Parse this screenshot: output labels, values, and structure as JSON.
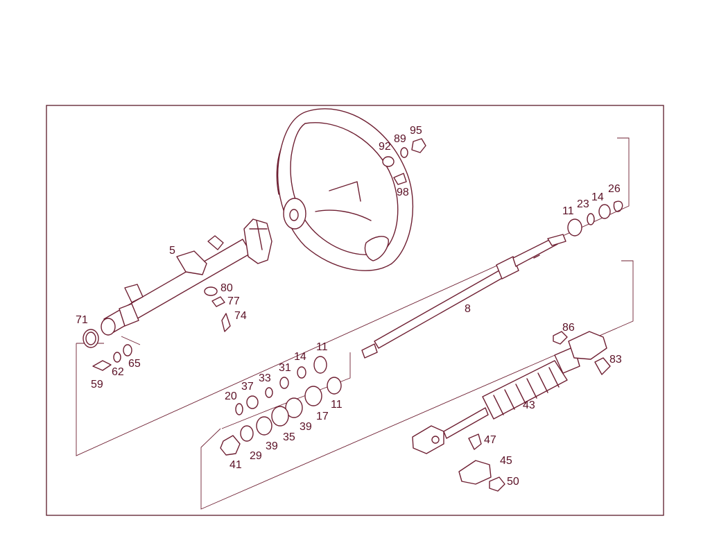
{
  "colors": {
    "line": "#6e1f32",
    "text": "#5a1025",
    "background": "#ffffff"
  },
  "labels": [
    {
      "id": "p5",
      "text": "5"
    },
    {
      "id": "p71",
      "text": "71"
    },
    {
      "id": "p59",
      "text": "59"
    },
    {
      "id": "p62",
      "text": "62"
    },
    {
      "id": "p65",
      "text": "65"
    },
    {
      "id": "p80",
      "text": "80"
    },
    {
      "id": "p77",
      "text": "77"
    },
    {
      "id": "p74",
      "text": "74"
    },
    {
      "id": "p92",
      "text": "92"
    },
    {
      "id": "p89",
      "text": "89"
    },
    {
      "id": "p95",
      "text": "95"
    },
    {
      "id": "p98",
      "text": "98"
    },
    {
      "id": "p11a",
      "text": "11"
    },
    {
      "id": "p23",
      "text": "23"
    },
    {
      "id": "p14a",
      "text": "14"
    },
    {
      "id": "p26",
      "text": "26"
    },
    {
      "id": "p8",
      "text": "8"
    },
    {
      "id": "p86",
      "text": "86"
    },
    {
      "id": "p83",
      "text": "83"
    },
    {
      "id": "p43",
      "text": "43"
    },
    {
      "id": "p47",
      "text": "47"
    },
    {
      "id": "p45",
      "text": "45"
    },
    {
      "id": "p50",
      "text": "50"
    },
    {
      "id": "p14b",
      "text": "14"
    },
    {
      "id": "p11b",
      "text": "11"
    },
    {
      "id": "p31",
      "text": "31"
    },
    {
      "id": "p33",
      "text": "33"
    },
    {
      "id": "p37",
      "text": "37"
    },
    {
      "id": "p20",
      "text": "20"
    },
    {
      "id": "p11c",
      "text": "11"
    },
    {
      "id": "p17",
      "text": "17"
    },
    {
      "id": "p39a",
      "text": "39"
    },
    {
      "id": "p35",
      "text": "35"
    },
    {
      "id": "p39b",
      "text": "39"
    },
    {
      "id": "p29",
      "text": "29"
    },
    {
      "id": "p41",
      "text": "41"
    }
  ]
}
